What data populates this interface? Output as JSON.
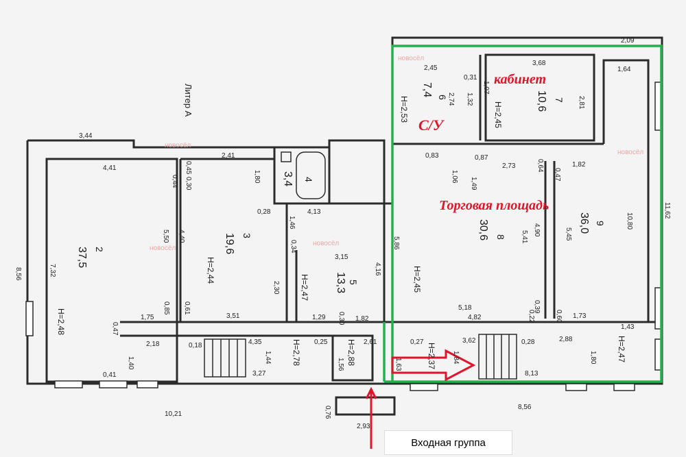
{
  "colors": {
    "wall": "#2b2b2b",
    "highlight": "#22b14c",
    "accent": "#e0142b",
    "background": "#f4f4f4"
  },
  "labels": {
    "liter": "Литер А",
    "cabinet": "кабинет",
    "wc": "С/У",
    "trade_area": "Торговая площадь",
    "entrance": "Входная группа"
  },
  "watermark": "новосёл",
  "rooms": [
    {
      "num": "2",
      "area": "37,5",
      "height": "Н=2,48"
    },
    {
      "num": "3",
      "area": "19,6",
      "height": "Н=2,44"
    },
    {
      "num": "4",
      "area": "3,4"
    },
    {
      "num": "5",
      "area": "13,3",
      "height": "Н=2,47"
    },
    {
      "num": "6",
      "area": "7,4",
      "height": "Н=2,53"
    },
    {
      "num": "7",
      "area": "10,6",
      "height": "Н=2,45"
    },
    {
      "num": "8",
      "area": "30,6",
      "height": "Н=2,45"
    },
    {
      "num": "9",
      "area": "36,0",
      "height": "Н=2,47"
    }
  ],
  "corridor_heights": [
    "Н=2,78",
    "Н=2,88",
    "Н=2,37"
  ],
  "dimensions": [
    "2,09",
    "2,45",
    "3,68",
    "1,64",
    "0,31",
    "1,07",
    "2,74",
    "1,32",
    "2,81",
    "3,44",
    "2,41",
    "4,41",
    "0,45",
    "0,44",
    "0,30",
    "1,80",
    "0,28",
    "4,13",
    "1,46",
    "0,83",
    "0,87",
    "1,06",
    "1,49",
    "2,73",
    "0,64",
    "0,47",
    "1,82",
    "11,62",
    "8,56",
    "7,32",
    "5,50",
    "4,40",
    "0,34",
    "3,15",
    "5,86",
    "4,16",
    "5,41",
    "4,90",
    "5,45",
    "10,80",
    "2,30",
    "0,85",
    "0,61",
    "1,75",
    "3,51",
    "1,29",
    "0,30",
    "1,82",
    "5,18",
    "0,39",
    "4,82",
    "0,22",
    "0,60",
    "1,73",
    "1,43",
    "0,47",
    "2,18",
    "0,18",
    "4,35",
    "0,25",
    "2,61",
    "0,27",
    "3,62",
    "0,28",
    "2,88",
    "1,40",
    "1,44",
    "1,56",
    "1,80",
    "1,63",
    "1,84",
    "0,41",
    "3,27",
    "8,13",
    "10,21",
    "8,56",
    "0,76",
    "2,93"
  ]
}
